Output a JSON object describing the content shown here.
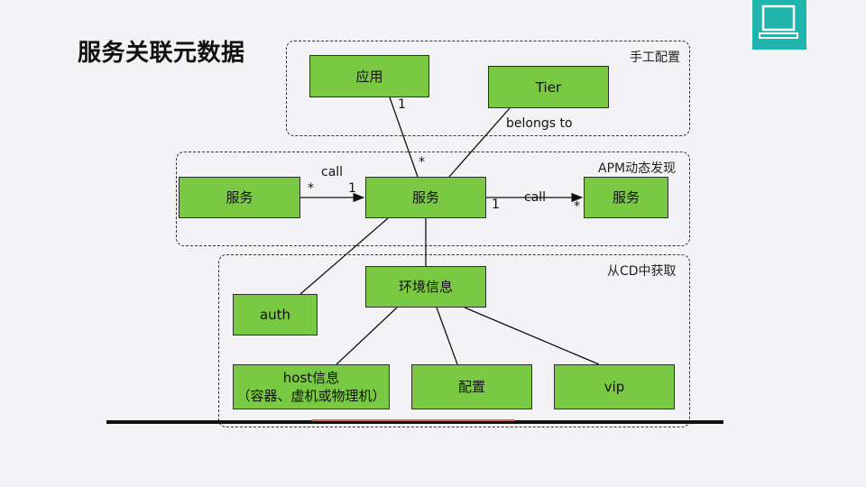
{
  "title": "服务关联元数据",
  "groups": {
    "manual": "手工配置",
    "apm": "APM动态发现",
    "cd": "从CD中获取"
  },
  "nodes": {
    "app": "应用",
    "tier": "Tier",
    "service_left": "服务",
    "service_center": "服务",
    "service_right": "服务",
    "env": "环境信息",
    "auth": "auth",
    "host_line1": "host信息",
    "host_line2": "（容器、虚机或物理机）",
    "config": "配置",
    "vip": "vip"
  },
  "edge_labels": {
    "app_one": "1",
    "app_many": "*",
    "belongs_to": "belongs to",
    "call_left": "call",
    "left_many": "*",
    "left_one": "1",
    "call_right": "call",
    "right_one": "1",
    "right_many": "*"
  },
  "icons": {
    "corner": "monitor-icon"
  },
  "colors": {
    "node_fill": "#7ac943",
    "accent": "#1fb5ad"
  }
}
